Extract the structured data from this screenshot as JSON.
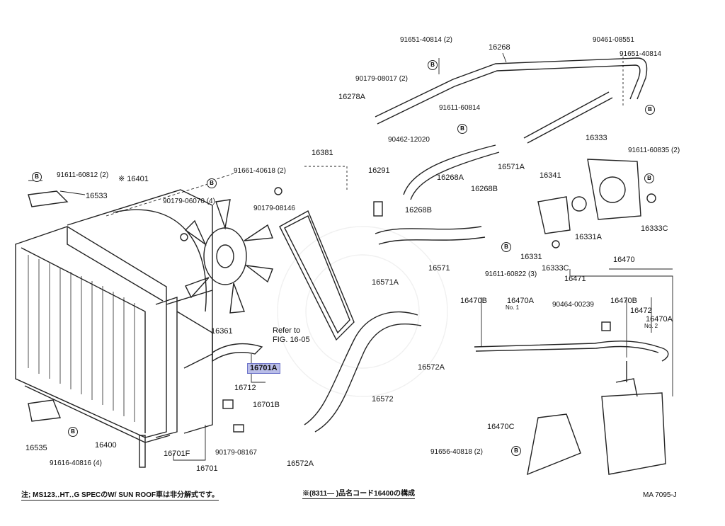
{
  "labels": [
    "91651-40814 (2)",
    "16268",
    "90461-08551",
    "91651-40814",
    "90179-08017 (2)",
    "16278A",
    "91611-60814",
    "90462-12020",
    "16333",
    "91611-60835 (2)",
    "16381",
    "16291",
    "16571A",
    "16268A",
    "16341",
    "91611-60812 (2)",
    "※ 16401",
    "91661-40618 (2)",
    "16533",
    "16268B",
    "90179-06070 (4)",
    "90179-08146",
    "16268B",
    "16331A",
    "16333C",
    "16331",
    "16470",
    "16571",
    "16333C",
    "91611-60822 (3)",
    "16471",
    "16571A",
    "16470B",
    "16470A",
    "No. 1",
    "90464-00239",
    "16470B",
    "16472",
    "16470A",
    "No. 2",
    "16361",
    "Refer to",
    "FIG. 16-05",
    "16572A",
    "16701A",
    "16712",
    "16572",
    "16701B",
    "16470C",
    "16535",
    "16400",
    "16701F",
    "90179-08167",
    "91656-40818 (2)",
    "91616-40816 (4)",
    "16572A",
    "16701"
  ],
  "bolt_marker": "B",
  "ref_code": "MA 7095-J",
  "footnotes": {
    "left": "注; MS123‥HT‥G SPECのW/ SUN ROOF車は非分解式です。",
    "center": "※(8311—     )品名コード16400の構成"
  }
}
